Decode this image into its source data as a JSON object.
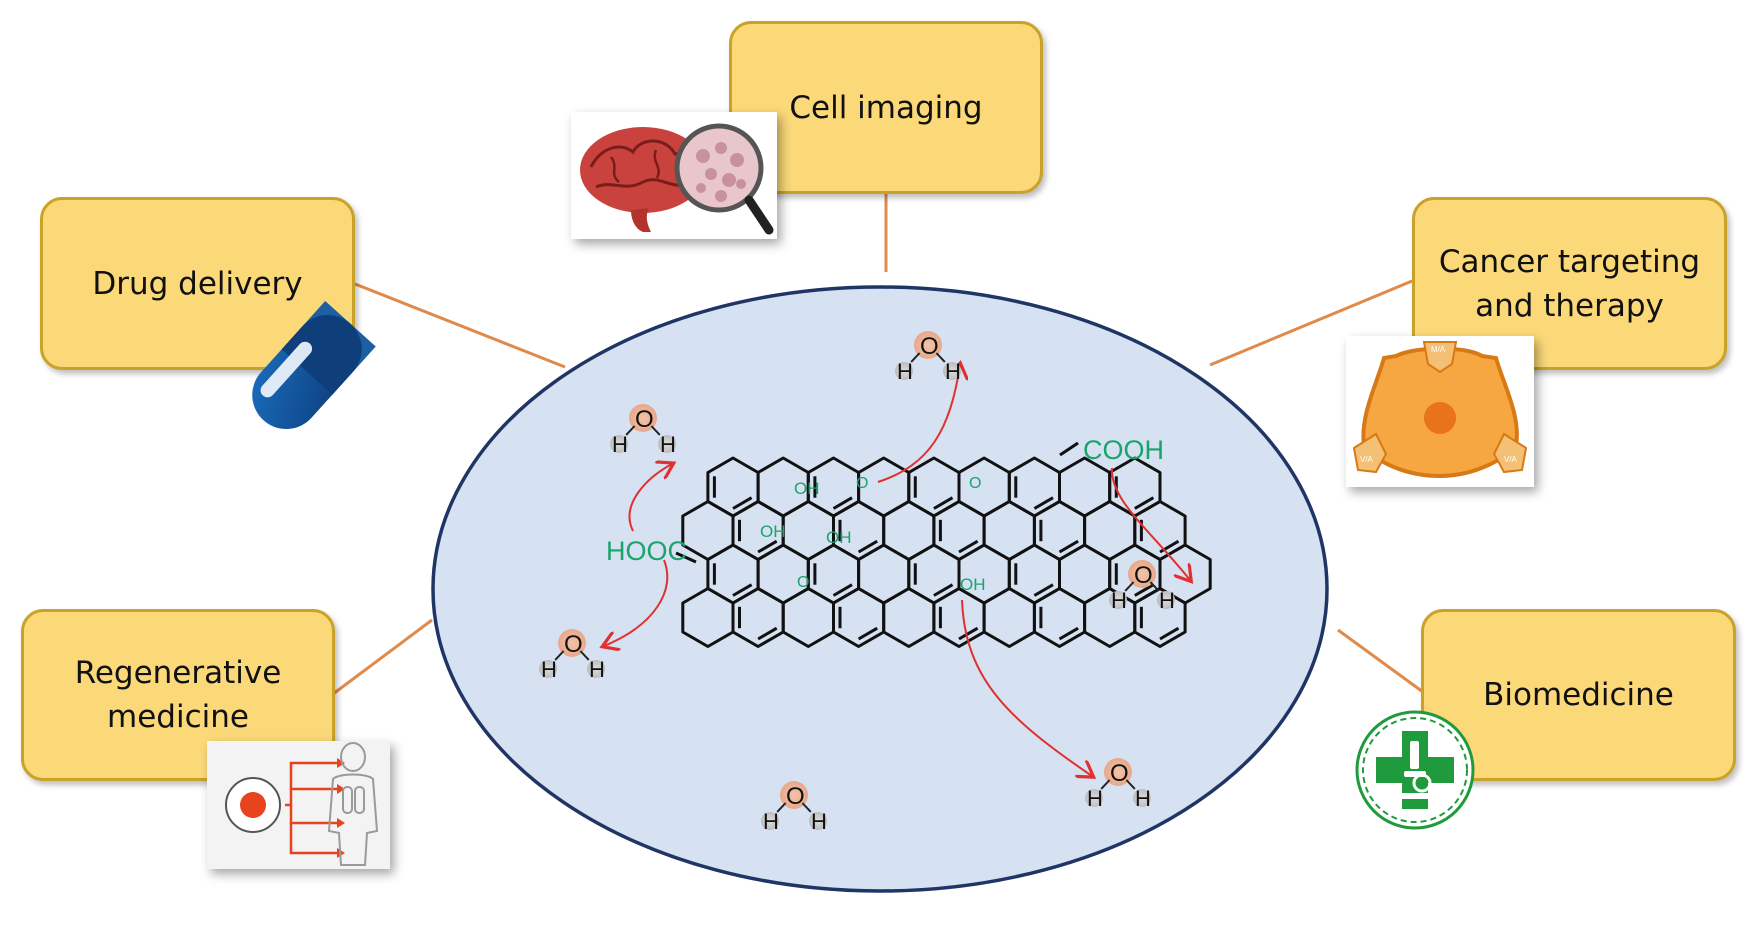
{
  "applications": {
    "cell_imaging": "Cell imaging",
    "drug_delivery": "Drug delivery",
    "cancer_targeting": "Cancer targeting\nand therapy",
    "regenerative_medicine": "Regenerative\nmedicine",
    "biomedicine": "Biomedicine"
  },
  "molecule": {
    "cooh": "COOH",
    "hooc": "HOOC",
    "oh": "OH",
    "o": "O"
  },
  "water": {
    "oxygen": "O",
    "hydrogen": "H"
  },
  "cancer_icon_labels": {
    "top": "M/A",
    "left": "V/A",
    "right": "V/A"
  },
  "colors": {
    "box_fill": "#fbd978",
    "box_border": "#c9a227",
    "ellipse_fill": "#d6e1f1",
    "ellipse_stroke": "#1f3565",
    "functional_group": "#1aa46c",
    "arrow": "#e03030",
    "connector": "#e08a4a"
  }
}
